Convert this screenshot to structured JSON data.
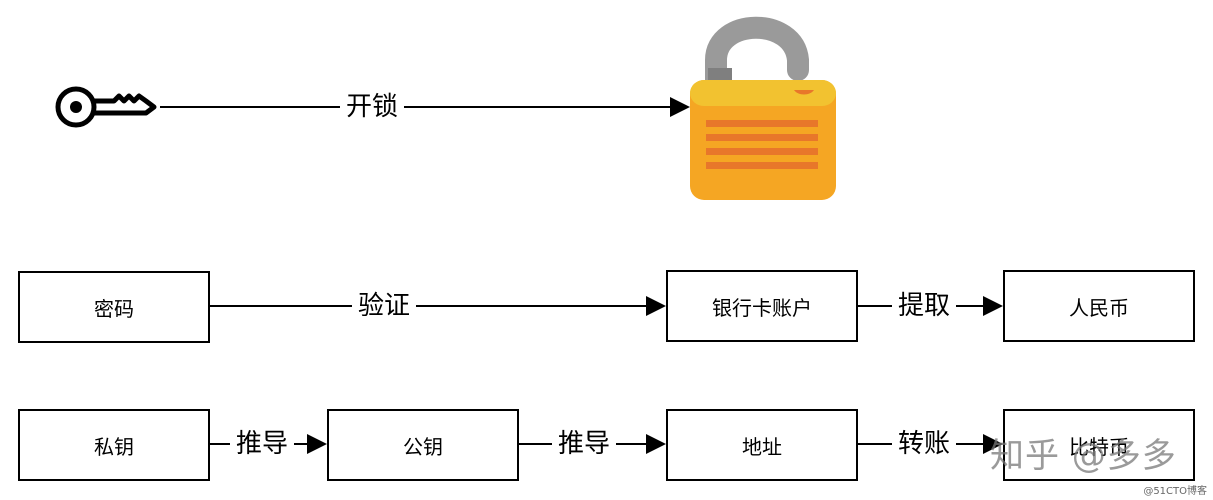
{
  "row1": {
    "unlock_label": "开锁"
  },
  "row2": {
    "password": "密码",
    "verify_label": "验证",
    "bank_account": "银行卡账户",
    "withdraw_label": "提取",
    "rmb": "人民币"
  },
  "row3": {
    "private_key": "私钥",
    "derive_label_1": "推导",
    "public_key": "公钥",
    "derive_label_2": "推导",
    "address": "地址",
    "transfer_label": "转账",
    "bitcoin": "比特币"
  },
  "watermark": {
    "text": "知乎 @多多"
  },
  "credit": {
    "text": "@51CTO博客"
  },
  "colors": {
    "lock_body": "#f5a623",
    "lock_top": "#f2c230",
    "lock_stripes": "#e8772a",
    "shackle": "#9a9a9a",
    "line": "#000000"
  }
}
